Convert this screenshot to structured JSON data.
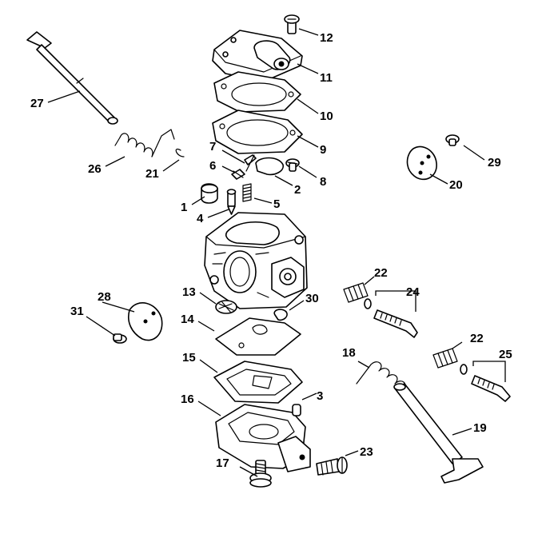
{
  "diagram": {
    "callouts": {
      "c1": "1",
      "c2": "2",
      "c3": "3",
      "c4": "4",
      "c5": "5",
      "c6": "6",
      "c7": "7",
      "c8": "8",
      "c9": "9",
      "c10": "10",
      "c11": "11",
      "c12": "12",
      "c13": "13",
      "c14": "14",
      "c15": "15",
      "c16": "16",
      "c17": "17",
      "c18": "18",
      "c19": "19",
      "c20": "20",
      "c21": "21",
      "c22a": "22",
      "c22b": "22",
      "c23": "23",
      "c24": "24",
      "c25": "25",
      "c26": "26",
      "c27": "27",
      "c28": "28",
      "c29": "29",
      "c30": "30",
      "c31": "31"
    },
    "colors": {
      "line": "#000000",
      "background": "#ffffff"
    }
  }
}
